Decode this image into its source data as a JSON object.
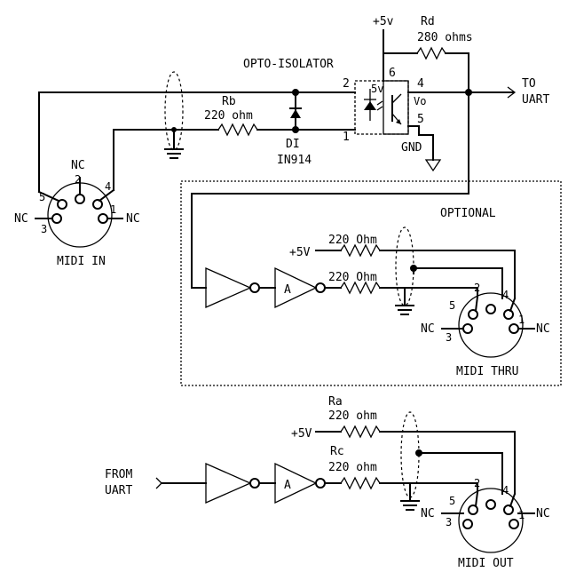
{
  "labels": {
    "plus5v_top": "+5v",
    "rd_name": "Rd",
    "rd_value": "280 ohms",
    "opto_title": "OPTO-ISOLATOR",
    "pin6": "6",
    "pin4": "4",
    "pin2": "2",
    "pin1": "1",
    "pin5": "5",
    "opto_5v": "5v",
    "opto_vo": "Vo",
    "gnd": "GND",
    "to_uart_1": "TO",
    "to_uart_2": "UART",
    "rb_name": "Rb",
    "rb_value": "220 ohm",
    "d1_name": "DI",
    "d1_value": "IN914",
    "midi_in": "MIDI IN",
    "midi_in_nc_top": "NC",
    "midi_in_nc_left": "NC",
    "midi_in_nc_right": "NC",
    "midi_in_p2": "2",
    "midi_in_p5": "5",
    "midi_in_p4": "4",
    "midi_in_p1": "1",
    "midi_in_p3": "3",
    "optional": "OPTIONAL",
    "thru_plus5v": "+5V",
    "thru_r1": "220 Ohm",
    "thru_r2": "220 Ohm",
    "thru_gate_a": "A",
    "thru_p2": "2",
    "thru_p4": "4",
    "thru_p5": "5",
    "thru_p1": "1",
    "thru_p3": "3",
    "thru_nc_left": "NC",
    "thru_nc_right": "NC",
    "midi_thru": "MIDI THRU",
    "out_ra": "Ra",
    "out_ra_value": "220 ohm",
    "out_plus5v": "+5V",
    "out_rc": "Rc",
    "out_rc_value": "220 ohm",
    "from_uart_1": "FROM",
    "from_uart_2": "UART",
    "out_gate_a": "A",
    "out_p2": "2",
    "out_p4": "4",
    "out_p5": "5",
    "out_p1": "1",
    "out_p3": "3",
    "out_nc_left": "NC",
    "out_nc_right": "NC",
    "midi_out": "MIDI OUT"
  }
}
